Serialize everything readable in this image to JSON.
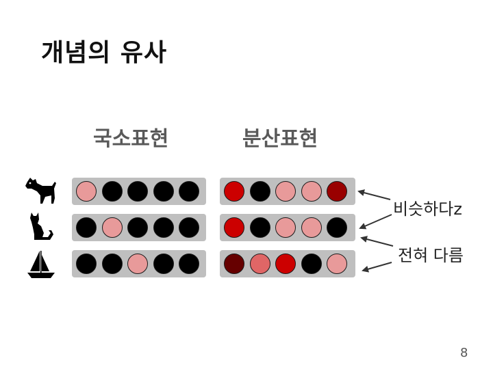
{
  "slide": {
    "title": "개념의 유사",
    "page_number": "8"
  },
  "columns": {
    "local": "국소표현",
    "distributed": "분산표현"
  },
  "rows": [
    {
      "icon": "dog-icon",
      "local": [
        "#e89a9a",
        "#000000",
        "#000000",
        "#000000",
        "#000000"
      ],
      "distributed": [
        "#cc0000",
        "#000000",
        "#e89a9a",
        "#e89a9a",
        "#990000"
      ]
    },
    {
      "icon": "cat-icon",
      "local": [
        "#000000",
        "#e89a9a",
        "#000000",
        "#000000",
        "#000000"
      ],
      "distributed": [
        "#cc0000",
        "#000000",
        "#e89a9a",
        "#e89a9a",
        "#000000"
      ]
    },
    {
      "icon": "sailboat-icon",
      "local": [
        "#000000",
        "#000000",
        "#e89a9a",
        "#000000",
        "#000000"
      ],
      "distributed": [
        "#660000",
        "#e06666",
        "#cc0000",
        "#000000",
        "#e89a9a"
      ]
    }
  ],
  "annotations": {
    "similar": "비슷하다z",
    "different": "전혀 다름"
  }
}
